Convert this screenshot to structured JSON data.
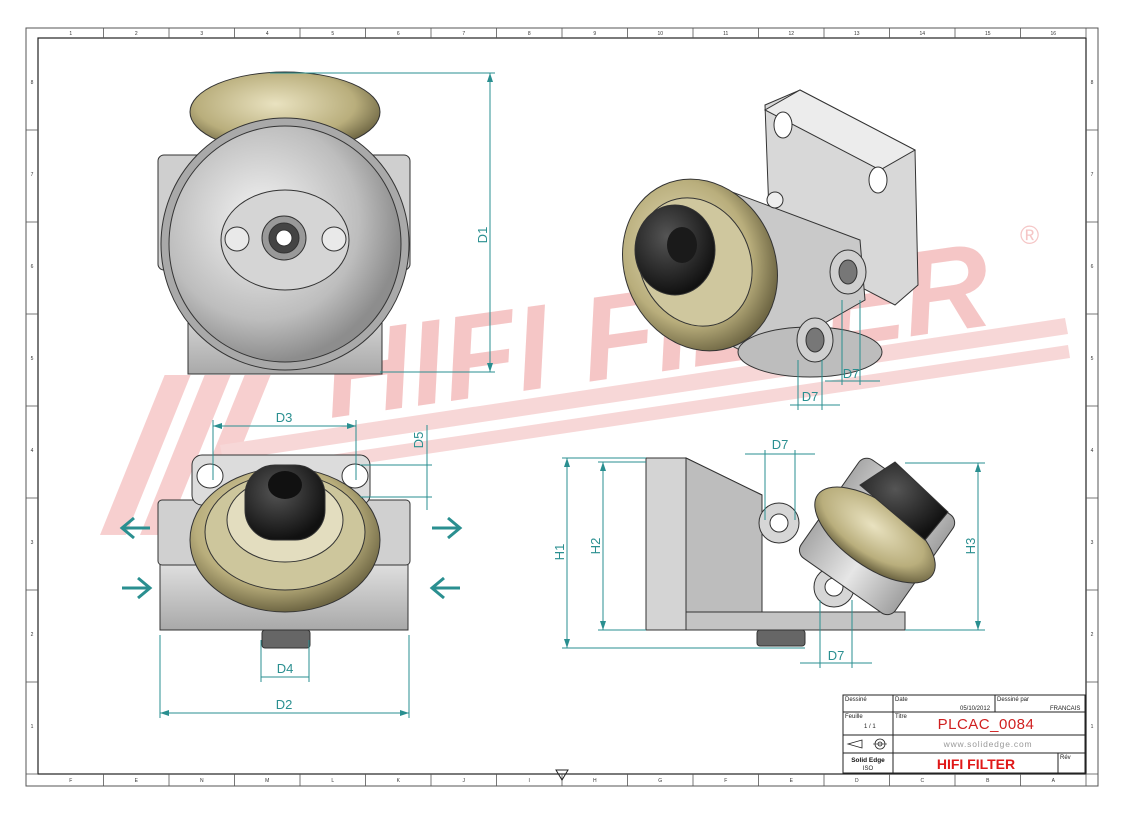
{
  "drawing": {
    "dimensions": {
      "d1": "D1",
      "d2": "D2",
      "d3": "D3",
      "d4": "D4",
      "d5": "D5",
      "d7_a": "D7",
      "d7_b": "D7",
      "d7_c": "D7",
      "d7_d": "D7",
      "h1": "H1",
      "h2": "H2",
      "h3": "H3"
    },
    "watermark": "HIFI FILTER",
    "watermark_mark": "®",
    "border_top_numbers": [
      "1",
      "2",
      "3",
      "4",
      "5",
      "6",
      "7",
      "8",
      "9",
      "10",
      "11",
      "12",
      "13",
      "14",
      "15",
      "16"
    ],
    "border_bottom_letters": [
      "F",
      "E",
      "N",
      "M",
      "L",
      "K",
      "J",
      "I",
      "H",
      "G",
      "F",
      "E",
      "D",
      "C",
      "B",
      "A"
    ],
    "border_side_numbers": [
      "8",
      "7",
      "6",
      "5",
      "4",
      "3",
      "2",
      "1"
    ]
  },
  "title_block": {
    "field_labels": {
      "created_by": "Dessiné",
      "date": "Date",
      "language_label": "Dessiné par",
      "sheet": "Feuille",
      "title": "Titre",
      "rev": "Rév"
    },
    "date_value": "05/10/2012",
    "language_value": "FRANCAIS",
    "sheet_value": "1 / 1",
    "part_number": "PLCAC_0084",
    "website": "www.solidedge.com",
    "brand": "HIFI FILTER",
    "software": "Solid Edge",
    "software_sub": "ISO"
  },
  "colors": {
    "dimension": "#2a8f90",
    "watermark": "#f4c0c0",
    "title_red": "#d02020",
    "brand_red": "#e01818",
    "metal": "#c8c8c8",
    "bronze": "#b8ad7a",
    "rubber": "#2b2b2b"
  },
  "icons": [
    "projection-symbol-icon",
    "flow-arrow-icon"
  ]
}
